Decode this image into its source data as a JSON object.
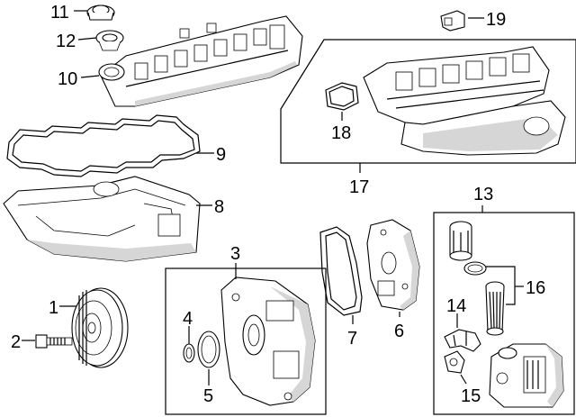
{
  "diagram": {
    "callouts": {
      "c1": "1",
      "c2": "2",
      "c3": "3",
      "c4": "4",
      "c5": "5",
      "c6": "6",
      "c7": "7",
      "c8": "8",
      "c9": "9",
      "c10": "10",
      "c11": "11",
      "c12": "12",
      "c13": "13",
      "c14": "14",
      "c15": "15",
      "c16": "16",
      "c17": "17",
      "c18": "18",
      "c19": "19"
    },
    "parts": [
      "oil-filler-cap",
      "filler-seal",
      "valve-cover",
      "valve-cover-gasket",
      "oil-pan",
      "crankshaft-pulley",
      "pulley-bolt",
      "timing-cover",
      "seal-ring-small",
      "front-seal",
      "front-cover-panel",
      "cover-gasket",
      "oil-filter-housing",
      "filter-element",
      "o-rings",
      "coolant-hose",
      "clamp-fitting",
      "intake-manifold",
      "manifold-gasket",
      "sensor"
    ]
  }
}
